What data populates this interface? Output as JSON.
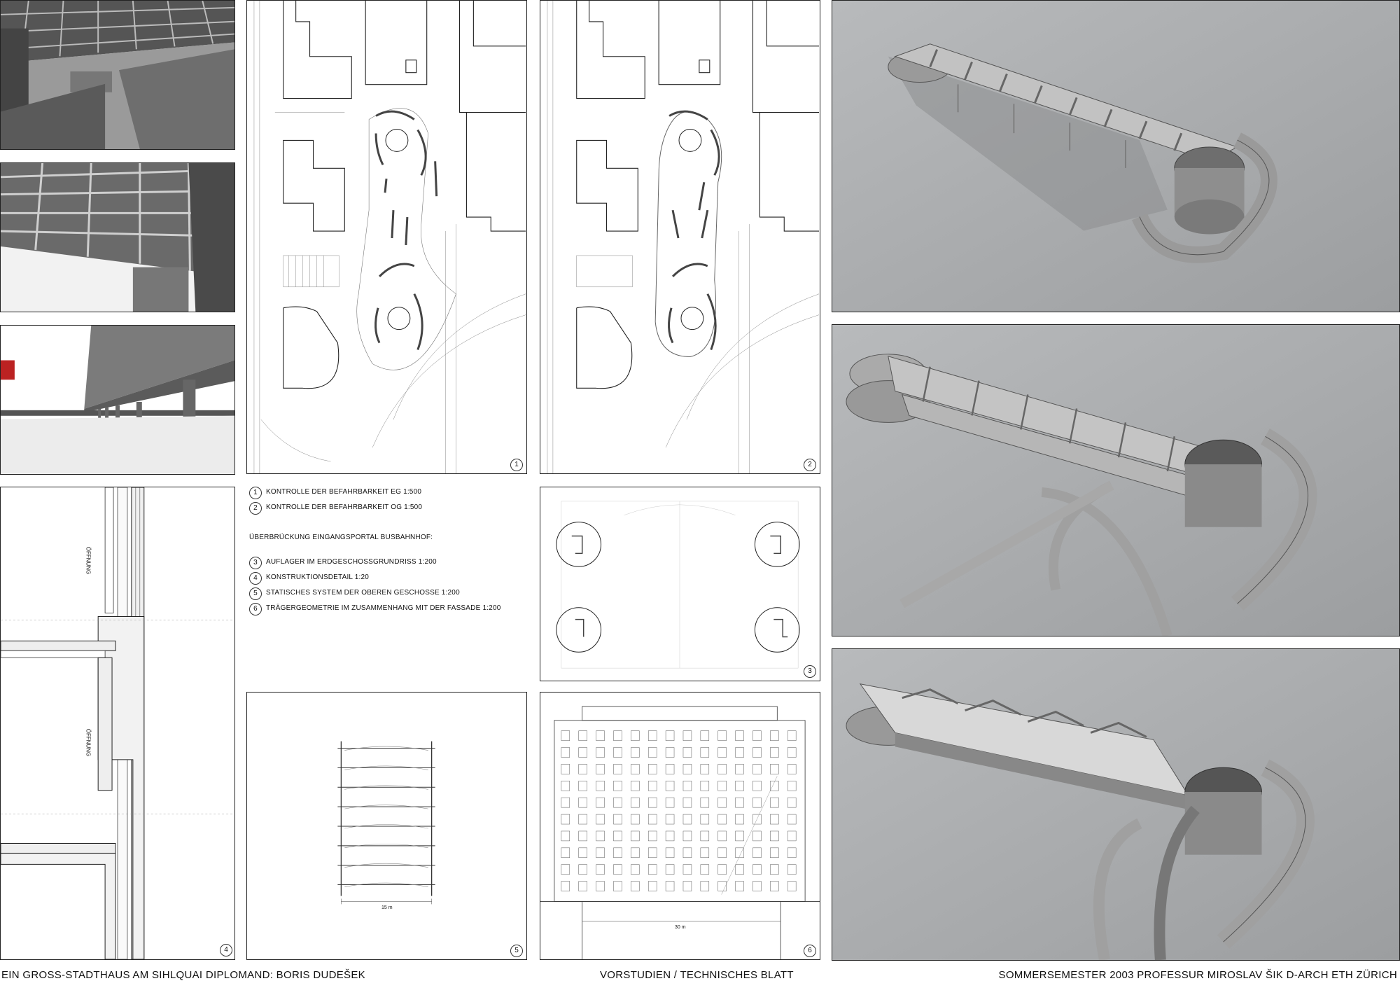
{
  "legend": {
    "items": [
      {
        "num": "1",
        "text": "KONTROLLE DER BEFAHRBARKEIT EG 1:500"
      },
      {
        "num": "2",
        "text": "KONTROLLE DER BEFAHRBARKEIT OG 1:500"
      }
    ],
    "heading": "ÜBERBRÜCKUNG EINGANGSPORTAL BUSBAHNHOF:",
    "items2": [
      {
        "num": "3",
        "text": "AUFLAGER IM ERDGESCHOSSGRUNDRISS 1:200"
      },
      {
        "num": "4",
        "text": "KONSTRUKTIONSDETAIL 1:20"
      },
      {
        "num": "5",
        "text": "STATISCHES SYSTEM DER OBEREN GESCHOSSE 1:200"
      },
      {
        "num": "6",
        "text": "TRÄGERGEOMETRIE IM ZUSAMMENHANG MIT DER FASSADE 1:200"
      }
    ]
  },
  "panel_numbers": {
    "p1": "1",
    "p2": "2",
    "p3": "3",
    "p4": "4",
    "p5": "5",
    "p6": "6"
  },
  "detail_labels": {
    "opening_1": "ÖFFNUNG",
    "opening_2": "ÖFFNUNG"
  },
  "dimensions": {
    "section_width": "15 m",
    "facade_width": "30 m"
  },
  "footer": {
    "left": "EIN GROSS-STADTHAUS AM SIHLQUAI   DIPLOMAND: BORIS DUDEŠEK",
    "center": "VORSTUDIEN / TECHNISCHES BLATT",
    "right": "SOMMERSEMESTER 2003   PROFESSUR MIROSLAV ŠIK   D-ARCH ETH ZÜRICH"
  },
  "colors": {
    "render_bg": "#a9abad",
    "line": "#222222",
    "concrete": "#8c8c8c"
  }
}
